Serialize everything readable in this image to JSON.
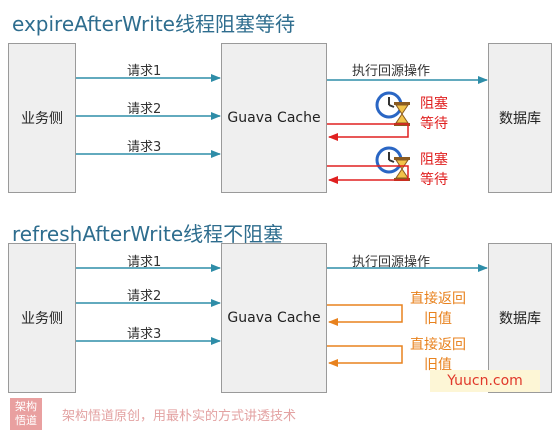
{
  "diagram1": {
    "title": "expireAfterWrite线程阻塞等待",
    "client": "业务侧",
    "cache": "Guava Cache",
    "db": "数据库",
    "requests": [
      "请求1",
      "请求2",
      "请求3"
    ],
    "db_action": "执行回源操作",
    "waits": [
      "阻塞等待",
      "阻塞等待"
    ]
  },
  "diagram2": {
    "title": "refreshAfterWrite线程不阻塞",
    "client": "业务侧",
    "cache": "Guava Cache",
    "db": "数据库",
    "requests": [
      "请求1",
      "请求2",
      "请求3"
    ],
    "db_action": "执行回源操作",
    "returns": [
      "直接返回旧值",
      "直接返回旧值"
    ]
  },
  "watermark": {
    "logo": "架构悟道",
    "text": "架构悟道原创，用最朴实的方式讲透技术",
    "site": "Yuucn.com"
  },
  "colors": {
    "request_arrow": "#2e8da8",
    "block_arrow": "#e02020",
    "return_arrow": "#e8821e",
    "title": "#2e6d8e"
  }
}
